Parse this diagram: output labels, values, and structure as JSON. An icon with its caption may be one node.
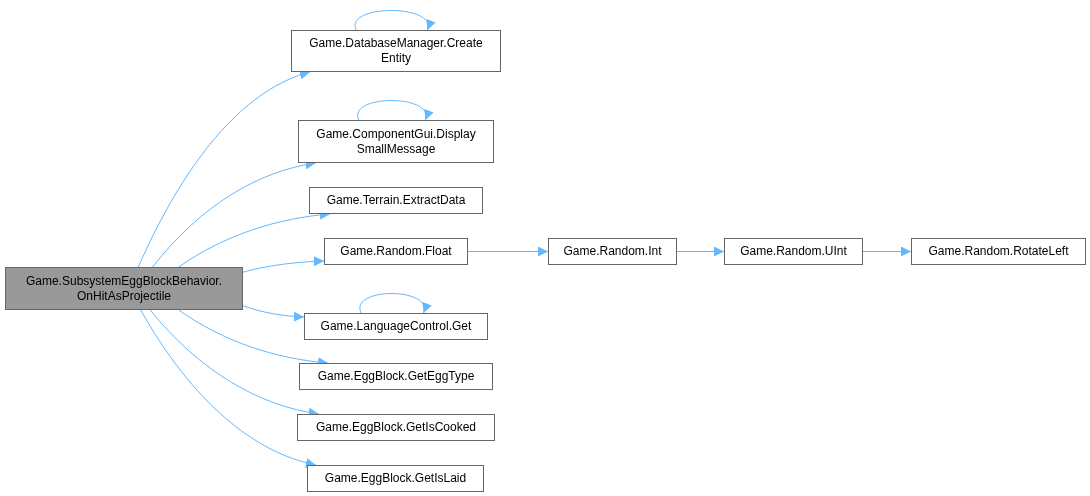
{
  "diagram": {
    "nodes": [
      {
        "text": [
          "Game.SubsystemEggBlockBehavior. OnHitAsProjectile"
        ]
      },
      {
        "text": [
          "Game.DatabaseManager.Create Entity"
        ]
      },
      {
        "text": [
          "Game.ComponentGui.Display SmallMessage"
        ]
      },
      {
        "text": [
          "Game.Terrain.ExtractData"
        ]
      },
      {
        "text": [
          "Game.Random.Float"
        ]
      },
      {
        "text": [
          "Game.LanguageControl.Get"
        ]
      },
      {
        "text": [
          "Game.EggBlock.GetEggType"
        ]
      },
      {
        "text": [
          "Game.EggBlock.GetIsCooked"
        ]
      },
      {
        "text": [
          "Game.EggBlock.GetIsLaid"
        ]
      },
      {
        "text": [
          "Game.Random.Int"
        ]
      },
      {
        "text": [
          "Game.Random.UInt"
        ]
      },
      {
        "text": [
          "Game.Random.RotateLeft"
        ]
      }
    ],
    "edges": [
      {
        "from": 0,
        "to": 1,
        "arrow": "to"
      },
      {
        "from": 0,
        "to": 2,
        "arrow": "to"
      },
      {
        "from": 0,
        "to": 3,
        "arrow": "to"
      },
      {
        "from": 0,
        "to": 4,
        "arrow": "to"
      },
      {
        "from": 0,
        "to": 5,
        "arrow": "to"
      },
      {
        "from": 0,
        "to": 6,
        "arrow": "to"
      },
      {
        "from": 0,
        "to": 7,
        "arrow": "to"
      },
      {
        "from": 0,
        "to": 8,
        "arrow": "to"
      },
      {
        "from": 4,
        "to": 9,
        "arrow": "to"
      },
      {
        "from": 9,
        "to": 10,
        "arrow": "to"
      },
      {
        "from": 10,
        "to": 11,
        "arrow": "to"
      },
      {
        "from": 1,
        "to": 1,
        "arrow": "to"
      },
      {
        "from": 2,
        "to": 2,
        "arrow": "to"
      },
      {
        "from": 5,
        "to": 5,
        "arrow": "to"
      }
    ]
  }
}
